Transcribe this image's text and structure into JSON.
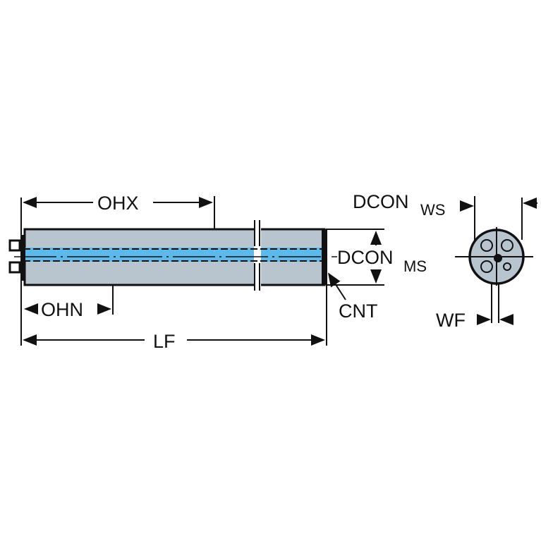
{
  "diagram": {
    "title_labels": {
      "ohx": "OHX",
      "ohn": "OHN",
      "lf": "LF",
      "cnt": "CNT",
      "dcon_ms_main": "DCON",
      "dcon_ms_sub": "MS",
      "dcon_ws_main": "DCON",
      "dcon_ws_sub": "WS",
      "wf": "WF"
    },
    "colors": {
      "body": "#b8c5cf",
      "coolant": "#5cb9e9",
      "line": "#111111"
    }
  }
}
